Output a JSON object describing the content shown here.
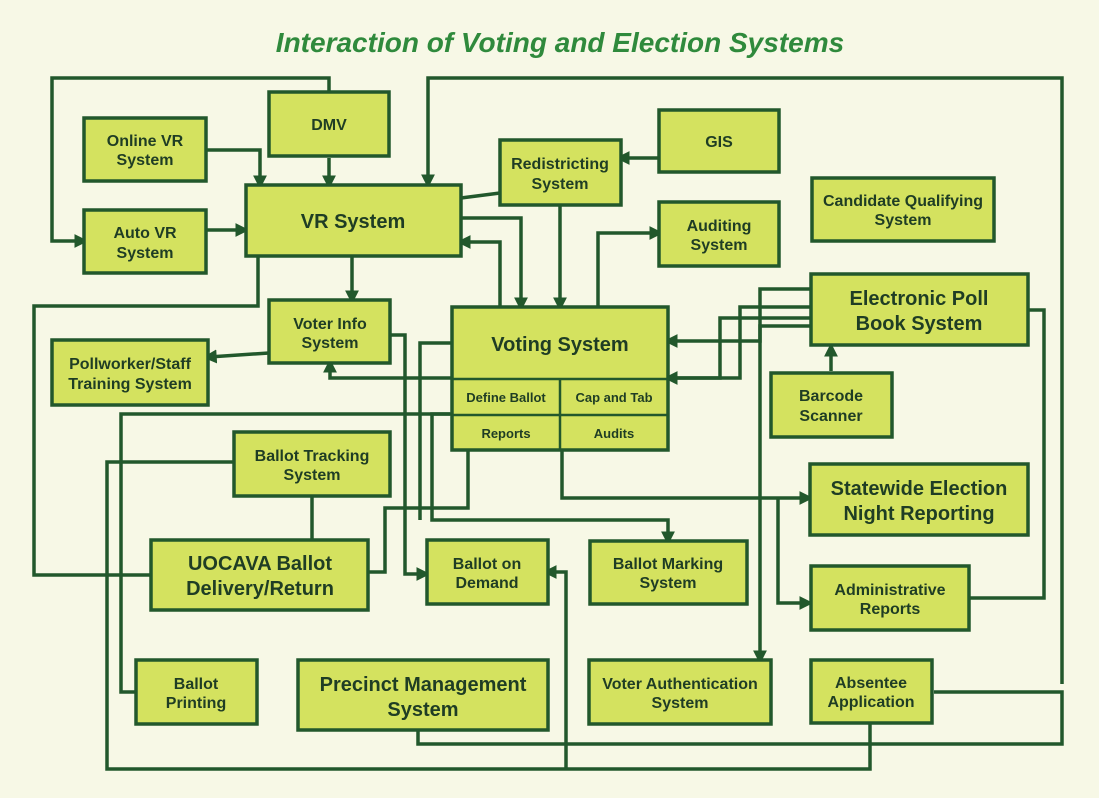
{
  "title": "Interaction of Voting and Election Systems",
  "nodes": {
    "dmv": "DMV",
    "online_vr": [
      "Online VR",
      "System"
    ],
    "auto_vr": [
      "Auto VR",
      "System"
    ],
    "vr_system": "VR System",
    "redistricting": [
      "Redistricting",
      "System"
    ],
    "gis": "GIS",
    "auditing": [
      "Auditing",
      "System"
    ],
    "candidate_qualifying": [
      "Candidate Qualifying",
      "System"
    ],
    "voter_info": [
      "Voter Info",
      "System"
    ],
    "pollworker_training": [
      "Pollworker/Staff",
      "Training System"
    ],
    "voting_system": "Voting System",
    "define_ballot": "Define Ballot",
    "cap_and_tab": "Cap and Tab",
    "reports": "Reports",
    "audits": "Audits",
    "electronic_poll_book": [
      "Electronic Poll",
      "Book System"
    ],
    "barcode_scanner": [
      "Barcode",
      "Scanner"
    ],
    "ballot_tracking": [
      "Ballot Tracking",
      "System"
    ],
    "statewide_enr": [
      "Statewide Election",
      "Night Reporting"
    ],
    "uocava": [
      "UOCAVA Ballot",
      "Delivery/Return"
    ],
    "ballot_on_demand": [
      "Ballot on",
      "Demand"
    ],
    "ballot_marking": [
      "Ballot Marking",
      "System"
    ],
    "administrative_reports": [
      "Administrative",
      "Reports"
    ],
    "ballot_printing": [
      "Ballot",
      "Printing"
    ],
    "precinct_management": [
      "Precinct Management",
      "System"
    ],
    "voter_authentication": [
      "Voter Authentication",
      "System"
    ],
    "absentee_application": [
      "Absentee",
      "Application"
    ]
  }
}
